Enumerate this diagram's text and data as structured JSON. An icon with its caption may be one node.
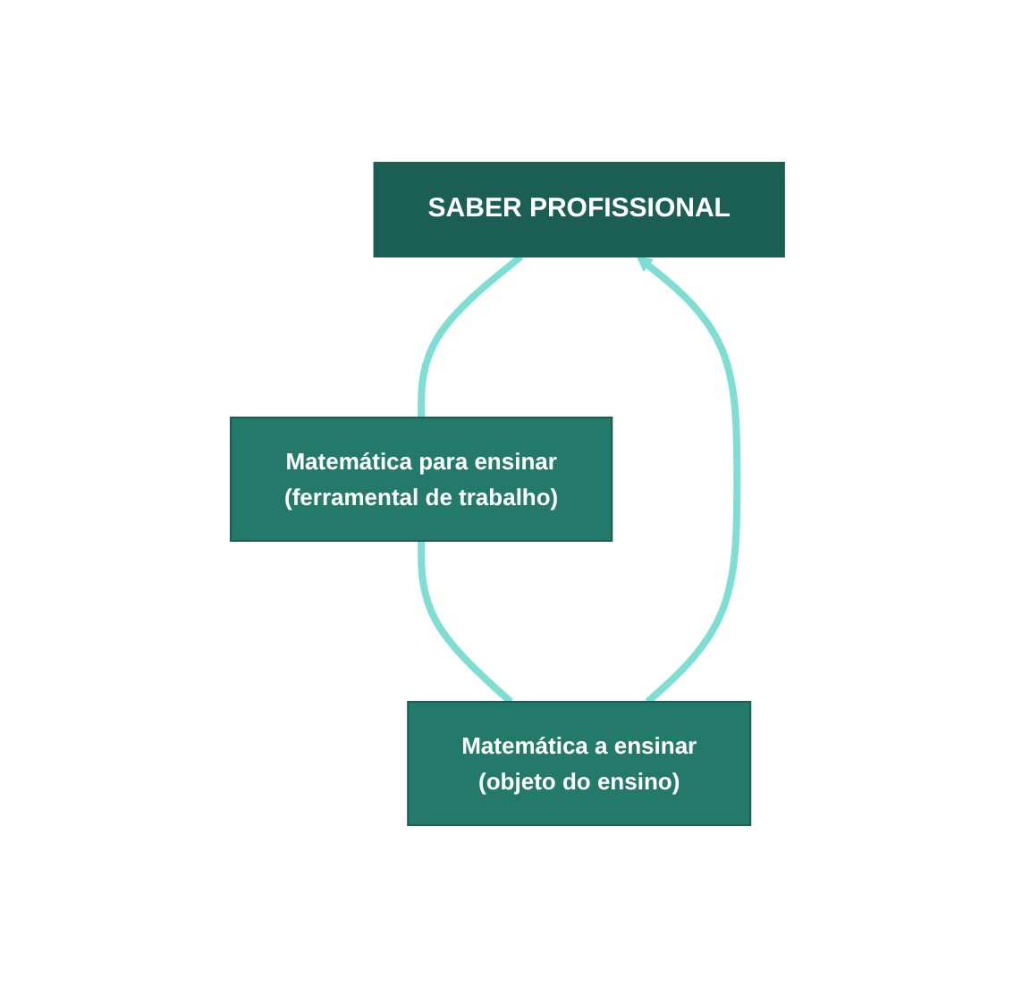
{
  "diagram": {
    "nodes": [
      {
        "text": [
          "SABER PROFISSIONAL"
        ]
      },
      {
        "text": [
          "Matemática a ensinar",
          "(objeto do ensino)"
        ]
      },
      {
        "text": [
          "Matemática para ensinar",
          "(ferramental de trabalho)"
        ]
      }
    ],
    "edges": [
      {
        "from": 1,
        "to": 0,
        "arrow": "to"
      },
      {
        "from": 0,
        "to": 2,
        "arrow": "none"
      },
      {
        "from": 2,
        "to": 1,
        "arrow": "none"
      }
    ]
  }
}
